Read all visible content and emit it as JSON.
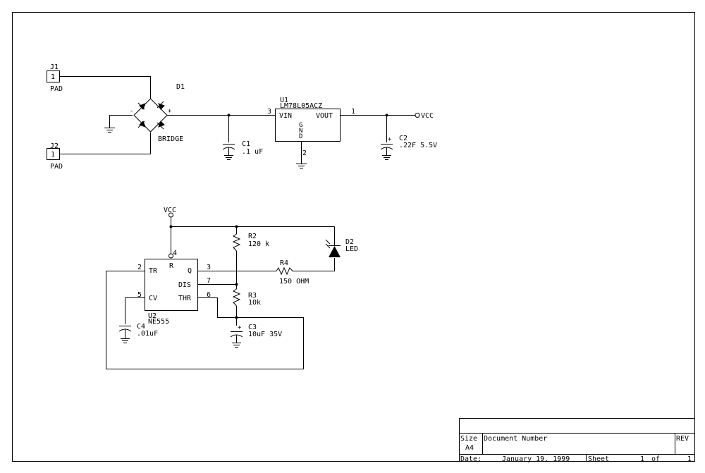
{
  "components": {
    "j1": {
      "ref": "J1",
      "type": "PAD",
      "pin": "1"
    },
    "j2": {
      "ref": "J2",
      "type": "PAD",
      "pin": "1"
    },
    "d1": {
      "ref": "D1",
      "value": "BRIDGE",
      "minus": "-",
      "plus": "+"
    },
    "u1": {
      "ref": "U1",
      "value": "LM78L05ACZ",
      "vin": "VIN",
      "vout": "VOUT",
      "gnd": [
        "G",
        "N",
        "D"
      ],
      "pin_vin": "3",
      "pin_vout": "1",
      "pin_gnd": "2"
    },
    "c1": {
      "ref": "C1",
      "value": ".1 uF"
    },
    "c2": {
      "ref": "C2",
      "value": ".22F 5.5V",
      "polarity": "+"
    },
    "vcc_out": {
      "label": "VCC"
    },
    "vcc_in": {
      "label": "VCC"
    },
    "u2": {
      "ref": "U2",
      "value": "NE555",
      "tr": "TR",
      "r": "R",
      "q": "Q",
      "dis": "DIS",
      "cv": "CV",
      "thr": "THR",
      "pin_tr": "2",
      "pin_r": "4",
      "pin_q": "3",
      "pin_dis": "7",
      "pin_cv": "5",
      "pin_thr": "6"
    },
    "r2": {
      "ref": "R2",
      "value": "120 k"
    },
    "r3": {
      "ref": "R3",
      "value": "10k"
    },
    "r4": {
      "ref": "R4",
      "value": "150 OHM"
    },
    "d2": {
      "ref": "D2",
      "value": "LED"
    },
    "c3": {
      "ref": "C3",
      "value": "10uF 35V",
      "polarity": "+"
    },
    "c4": {
      "ref": "C4",
      "value": ".01uF"
    }
  },
  "title_block": {
    "size_label": "Size",
    "size_value": "A4",
    "doc_number_label": "Document Number",
    "rev_label": "REV",
    "date_label": "Date:",
    "date_value": "January 19, 1999",
    "sheet_label": "Sheet",
    "sheet_value": "1",
    "of_label": "of",
    "of_value": "1"
  }
}
